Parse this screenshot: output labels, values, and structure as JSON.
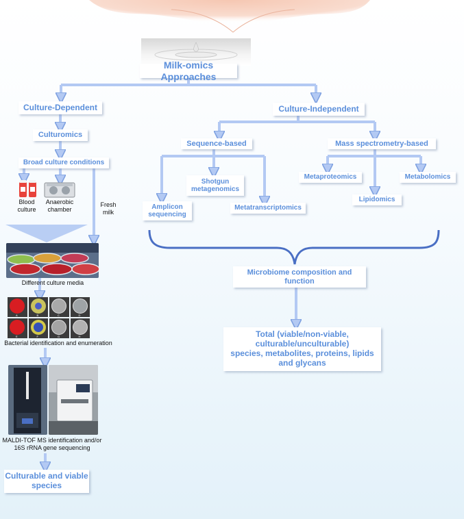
{
  "title": "Milk-omics Approaches",
  "culture_dependent": {
    "label": "Culture-Dependent",
    "culturomics": "Culturomics",
    "broad_conditions": "Broad culture conditions",
    "blood_culture": "Blood\nculture",
    "anaerobic_chamber": "Anaerobic\nchamber",
    "fresh_milk": "Fresh\nmilk",
    "different_media": "Different culture media",
    "plate_letters": [
      "A",
      "B",
      "C",
      "D",
      "E",
      "F",
      "G",
      "H"
    ],
    "identification": "Bacterial identification and enumeration",
    "maldi": "MALDI-TOF MS identification and/or\n16S rRNA gene sequencing",
    "result": "Culturable and viable\nspecies"
  },
  "culture_independent": {
    "label": "Culture-Independent",
    "sequence_based": "Sequence-based",
    "mass_spec": "Mass spectrometry-based",
    "shotgun": "Shotgun\nmetagenomics",
    "amplicon": "Amplicon\nsequencing",
    "metatranscriptomics": "Metatranscriptomics",
    "metaproteomics": "Metaproteomics",
    "lipidomics": "Lipidomics",
    "metabolomics": "Metabolomics",
    "microbiome": "Microbiome composition and\nfunction",
    "total": "Total (viable/non-viable,\nculturable/unculturable)\nspecies, metabolites, proteins, lipids\nand glycans"
  },
  "colors": {
    "text_blue": "#5b8fdb",
    "arrow_fill": "#b3c9f3",
    "arrow_stroke": "#7da0e0",
    "brace_stroke": "#4a6fc4"
  }
}
